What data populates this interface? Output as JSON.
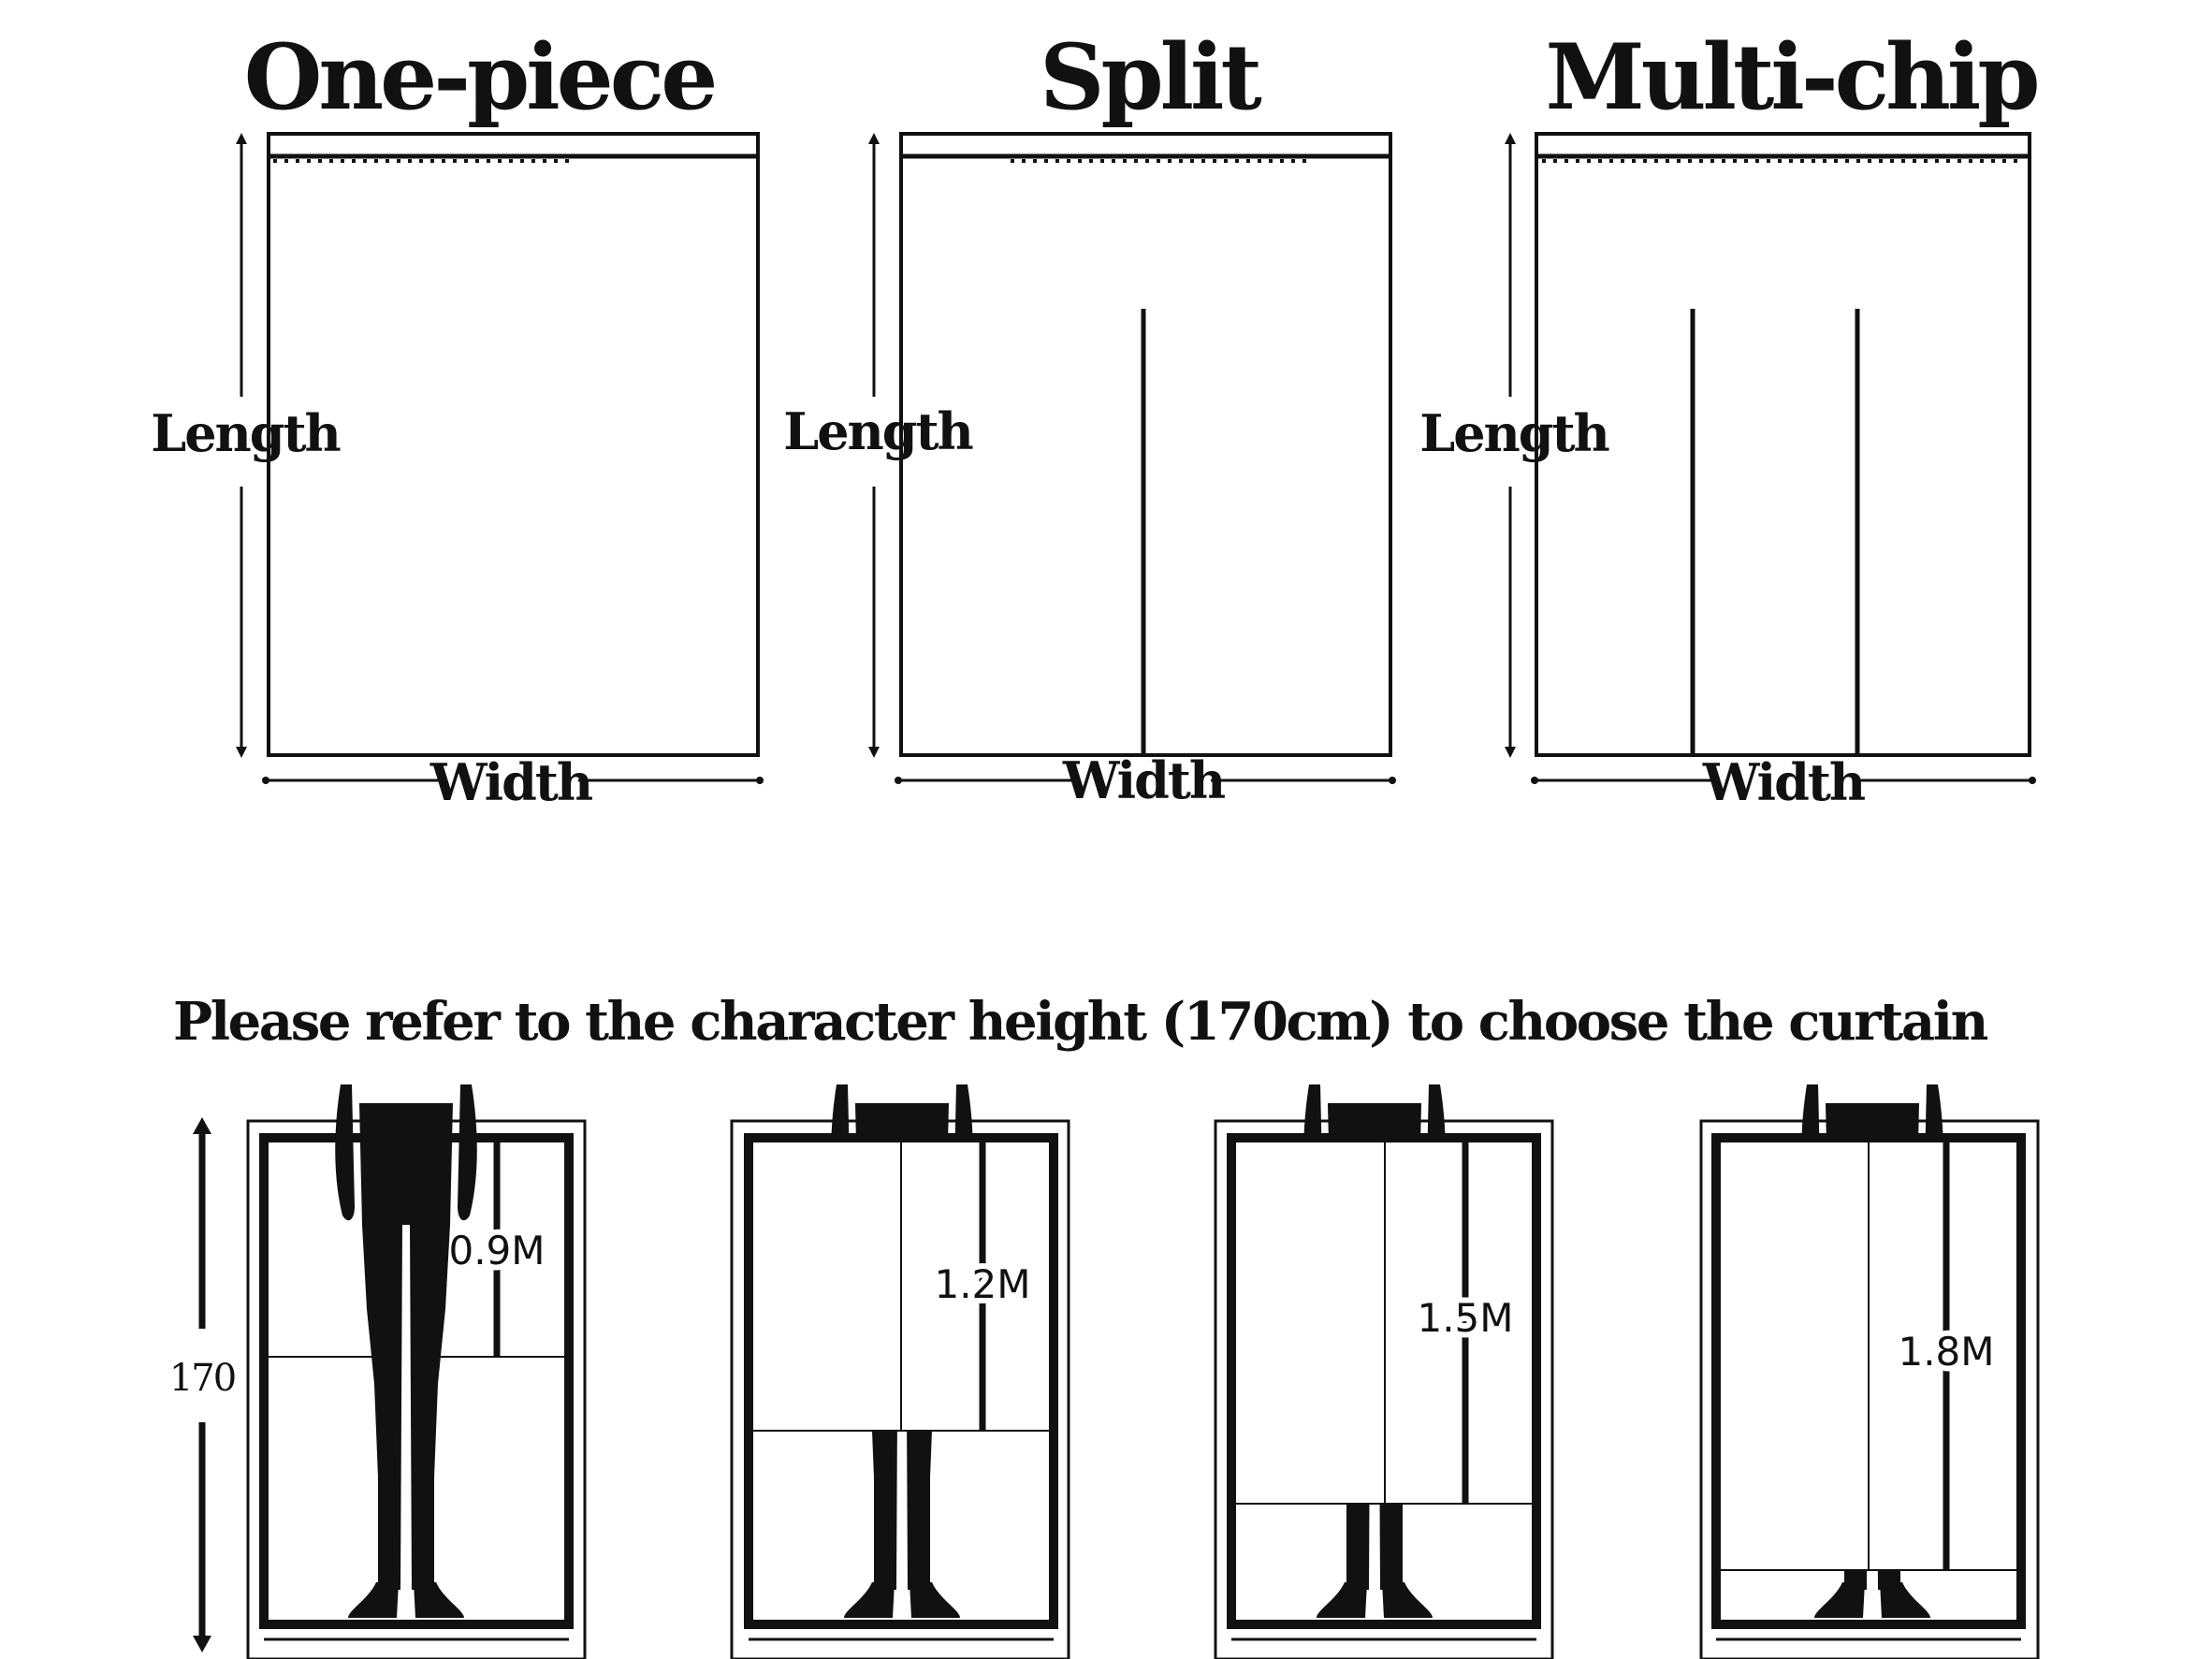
{
  "curtain_types": [
    {
      "title": "One-piece",
      "length_label": "Length",
      "width_label": "Width",
      "panel_count": 1
    },
    {
      "title": "Split",
      "length_label": "Length",
      "width_label": "Width",
      "panel_count": 2
    },
    {
      "title": "Multi-chip",
      "length_label": "Length",
      "width_label": "Width",
      "panel_count": 3
    }
  ],
  "reference_heading": "Please refer to the character height (170cm) to choose the curtain",
  "character_height_label": "170",
  "character_height_cm": 170,
  "curtain_lengths": [
    {
      "label": "0.9M",
      "meters": 0.9
    },
    {
      "label": "1.2M",
      "meters": 1.2
    },
    {
      "label": "1.5M",
      "meters": 1.5
    },
    {
      "label": "1.8M",
      "meters": 1.8
    }
  ],
  "colors": {
    "ink": "#111111",
    "background": "#ffffff"
  }
}
